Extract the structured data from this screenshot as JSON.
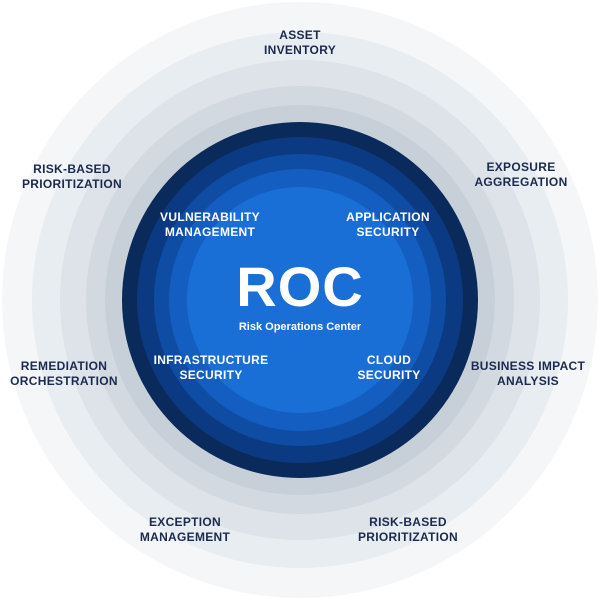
{
  "colors": {
    "outer_ring_1": "#f4f6f8",
    "outer_ring_2": "#e8edf1",
    "outer_ring_3": "#dde3e9",
    "outer_ring_4": "#d2d9e0",
    "outer_ring_5": "#c7d0d9",
    "inner_border": "#0a2a5c",
    "inner_ring_1": "#0c3a82",
    "inner_ring_2": "#0f4ca3",
    "inner_ring_3": "#135ec0",
    "core": "#1a6fd6",
    "outer_text": "#1b2a4e",
    "inner_text": "#ffffff"
  },
  "center": {
    "title": "ROC",
    "subtitle": "Risk Operations Center"
  },
  "outer_labels": {
    "asset_inventory": [
      "ASSET",
      "INVENTORY"
    ],
    "exposure_aggregation": [
      "EXPOSURE",
      "AGGREGATION"
    ],
    "business_impact_analysis": [
      "BUSINESS IMPACT",
      "ANALYSIS"
    ],
    "risk_based_prioritization_bottom": [
      "RISK-BASED",
      "PRIORITIZATION"
    ],
    "exception_management": [
      "EXCEPTION",
      "MANAGEMENT"
    ],
    "remediation_orchestration": [
      "REMEDIATION",
      "ORCHESTRATION"
    ],
    "risk_based_prioritization_top": [
      "RISK-BASED",
      "PRIORITIZATION"
    ]
  },
  "inner_labels": {
    "vulnerability_management": [
      "VULNERABILITY",
      "MANAGEMENT"
    ],
    "application_security": [
      "APPLICATION",
      "SECURITY"
    ],
    "infrastructure_security": [
      "INFRASTRUCTURE",
      "SECURITY"
    ],
    "cloud_security": [
      "CLOUD",
      "SECURITY"
    ]
  }
}
